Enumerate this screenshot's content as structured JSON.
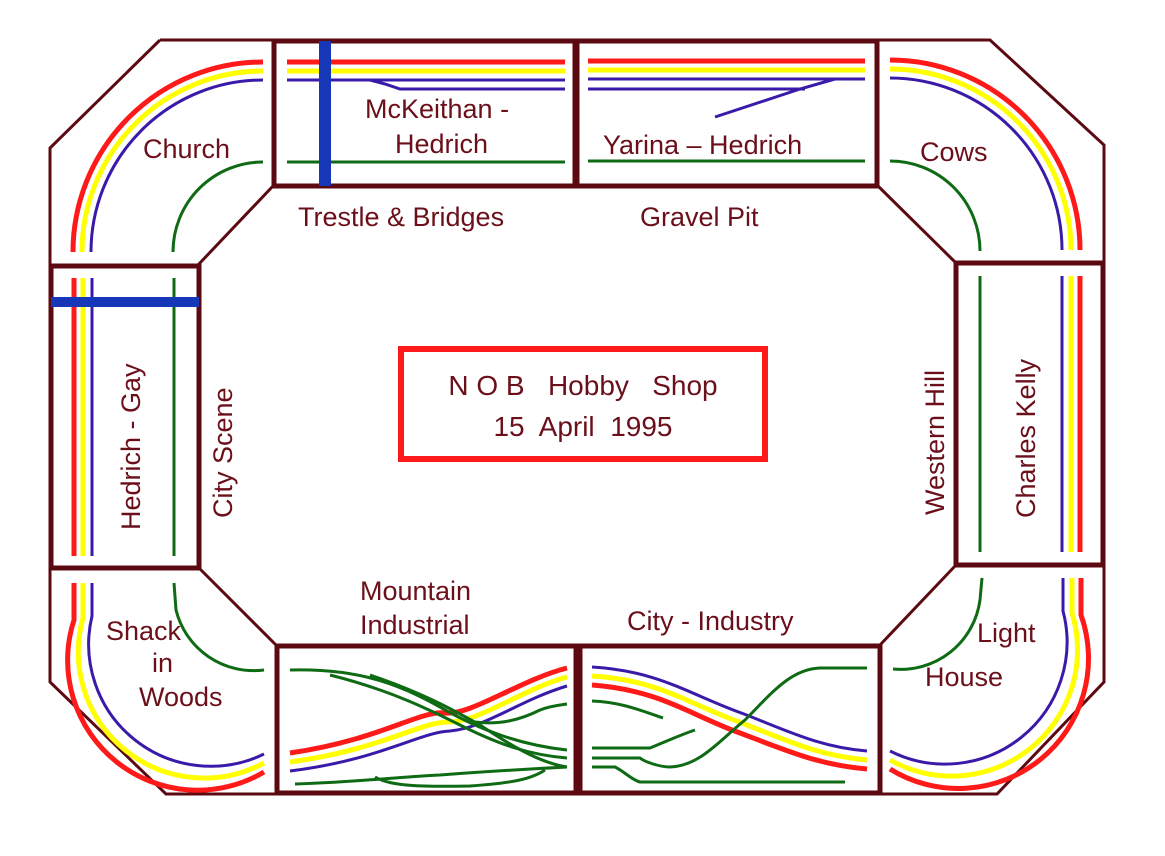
{
  "diagram": {
    "type": "model-railroad-layout",
    "colors": {
      "frame": "#5c0a12",
      "label": "#6b0f1a",
      "track_red": "#ff1a1a",
      "track_yellow": "#ffff00",
      "track_purple": "#3a1aa8",
      "track_green": "#0f6a14",
      "bridge_blue": "#1638b8",
      "title_box": "#ff1a1a"
    },
    "title_box": {
      "line1": "N O B   Hobby   Shop",
      "line2": "15  April  1995"
    },
    "modules": {
      "top_left_corner": {
        "label": "Church"
      },
      "top_center_left": {
        "label_line1": "McKeithan -",
        "label_line2": "Hedrich",
        "scene": "Trestle & Bridges"
      },
      "top_center_right": {
        "label": "Yarina – Hedrich",
        "scene": "Gravel  Pit"
      },
      "top_right_corner": {
        "label": "Cows"
      },
      "left_side": {
        "label": "Hedrich  -  Gay",
        "scene": "City  Scene"
      },
      "right_side": {
        "label": "Charles Kelly",
        "scene": "Western Hill"
      },
      "bottom_left_corner": {
        "label_line1": "Shack",
        "label_line2": "in",
        "label_line3": "Woods"
      },
      "bottom_center_left": {
        "scene_line1": "Mountain",
        "scene_line2": "Industrial"
      },
      "bottom_center_right": {
        "scene": "City - Industry"
      },
      "bottom_right_corner": {
        "label_line1": "Light",
        "label_line2": "House"
      }
    }
  }
}
